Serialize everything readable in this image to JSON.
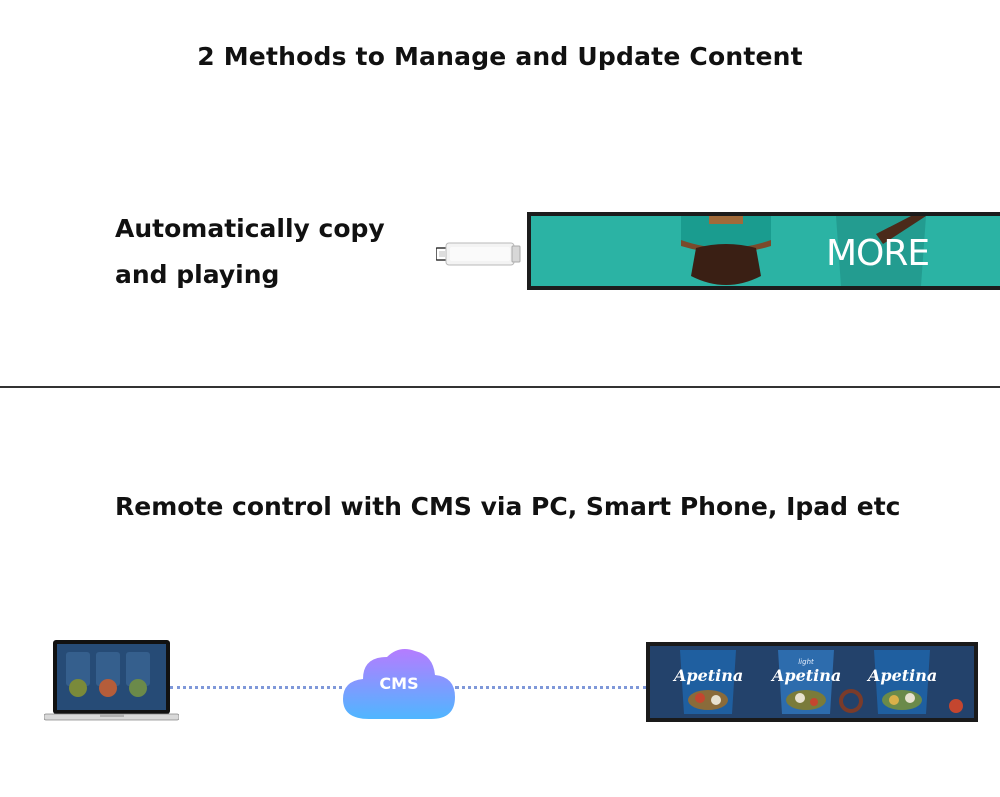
{
  "title": "2 Methods to Manage and Update Content",
  "method1": {
    "line1": "Automatically copy",
    "line2": "and playing",
    "screen_logo": "MORE"
  },
  "method2": {
    "text": "Remote control with CMS via PC, Smart Phone, Ipad etc",
    "cloud_label": "CMS",
    "brand": "Apetina",
    "brand_light_tag": "light"
  },
  "colors": {
    "teal": "#2bb3a4",
    "navy": "#23426b",
    "cloud_top": "#b57cff",
    "cloud_bottom": "#4fb6ff",
    "dots": "#7f98d9"
  },
  "icons": [
    "usb-stick-icon",
    "laptop-icon",
    "cloud-icon"
  ]
}
